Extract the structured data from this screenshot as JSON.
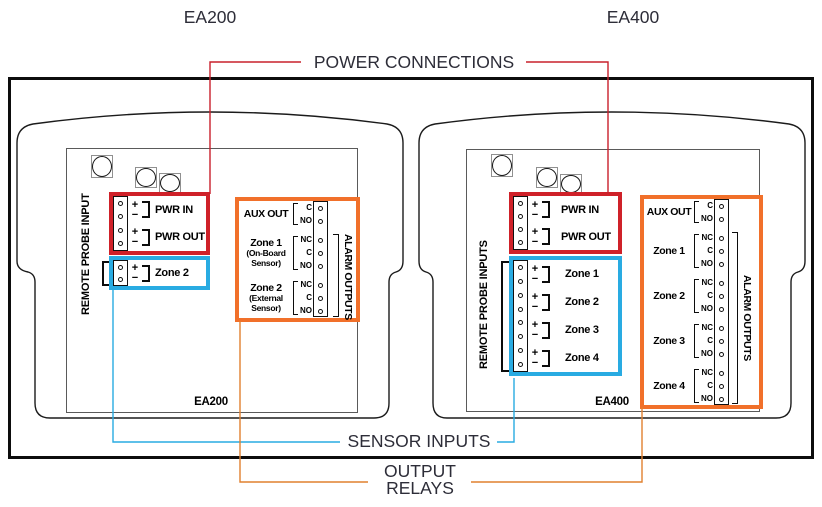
{
  "colors": {
    "red": "#cf2129",
    "blue": "#29abe2",
    "orange": "#f1702a",
    "text_dark": "#2d2d38"
  },
  "signs": {
    "plus": "+",
    "minus": "−"
  },
  "headers": {
    "left": "EA200",
    "right": "EA400"
  },
  "callouts": {
    "power": "POWER CONNECTIONS",
    "sensor": "SENSOR INPUTS",
    "output1": "OUTPUT",
    "output2": "RELAYS"
  },
  "ea200": {
    "board_label": "EA200",
    "remote_probe_label": "REMOTE PROBE INPUT",
    "alarm_outputs_label": "ALARM OUTPUTS",
    "power_rows": [
      {
        "label": "PWR IN"
      },
      {
        "label": "PWR OUT"
      }
    ],
    "sensor_rows": [
      {
        "label": "Zone 2"
      }
    ],
    "aux": {
      "label": "AUX OUT",
      "contacts": [
        "C",
        "NO"
      ]
    },
    "alarm_zones": [
      {
        "label": "Zone 1",
        "sub1": "(On-Board",
        "sub2": "Sensor)",
        "contacts": [
          "NC",
          "C",
          "NO"
        ]
      },
      {
        "label": "Zone 2",
        "sub1": "(External",
        "sub2": "Sensor)",
        "contacts": [
          "NC",
          "C",
          "NO"
        ]
      }
    ]
  },
  "ea400": {
    "board_label": "EA400",
    "remote_probe_label": "REMOTE PROBE INPUTS",
    "alarm_outputs_label": "ALARM OUTPUTS",
    "power_rows": [
      {
        "label": "PWR IN"
      },
      {
        "label": "PWR OUT"
      }
    ],
    "sensor_rows": [
      {
        "label": "Zone 1"
      },
      {
        "label": "Zone 2"
      },
      {
        "label": "Zone 3"
      },
      {
        "label": "Zone 4"
      }
    ],
    "aux": {
      "label": "AUX OUT",
      "contacts": [
        "C",
        "NO"
      ]
    },
    "alarm_zones": [
      {
        "label": "Zone 1",
        "contacts": [
          "NC",
          "C",
          "NO"
        ]
      },
      {
        "label": "Zone 2",
        "contacts": [
          "NC",
          "C",
          "NO"
        ]
      },
      {
        "label": "Zone 3",
        "contacts": [
          "NC",
          "C",
          "NO"
        ]
      },
      {
        "label": "Zone 4",
        "contacts": [
          "NC",
          "C",
          "NO"
        ]
      }
    ]
  }
}
